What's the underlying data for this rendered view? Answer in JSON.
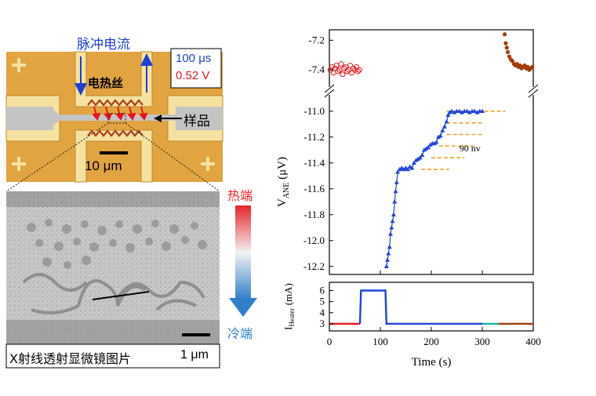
{
  "device": {
    "pulse_label": "脉冲电流",
    "heater_label": "电热丝",
    "sample_label": "样品",
    "pulse_width": "100 μs",
    "pulse_voltage": "0.52 V",
    "scale_bar": "10 μm",
    "colors": {
      "substrate": "#e1a440",
      "gold": "#f6e2a0",
      "sample": "#c4c4c4",
      "arrow_blue": "#1f3fd6",
      "arrow_red": "#e8151b"
    }
  },
  "xray": {
    "caption": "X射线透射显微镜图片",
    "scale_bar": "1 μm",
    "hot_label": "热端",
    "cold_label": "冷端",
    "colors": {
      "hot": "#e8242a",
      "cold": "#2f7fc8"
    }
  },
  "chart_data": [
    {
      "type": "scatter",
      "name": "V_ANE vs time",
      "ylabel_main": "V",
      "ylabel_sub": "ANE",
      "ylabel_unit": " (μV)",
      "yticks_upper": [
        "-7.2",
        "-7.4"
      ],
      "yticks_lower": [
        "-11.0",
        "-11.2",
        "-11.4",
        "-11.6",
        "-11.8",
        "-12.0",
        "-12.2"
      ],
      "ylim_upper": [
        -7.5,
        -7.14
      ],
      "ylim_lower": [
        -12.25,
        -10.88
      ],
      "xlim": [
        0,
        400
      ],
      "annotation": "90 nv",
      "series": [
        {
          "color": "#e8151b",
          "marker": "open-circle",
          "points": [
            [
              2,
              -7.4
            ],
            [
              5,
              -7.38
            ],
            [
              8,
              -7.42
            ],
            [
              11,
              -7.39
            ],
            [
              14,
              -7.37
            ],
            [
              17,
              -7.41
            ],
            [
              20,
              -7.4
            ],
            [
              23,
              -7.36
            ],
            [
              26,
              -7.43
            ],
            [
              29,
              -7.39
            ],
            [
              32,
              -7.38
            ],
            [
              35,
              -7.41
            ],
            [
              38,
              -7.4
            ],
            [
              41,
              -7.37
            ],
            [
              44,
              -7.42
            ],
            [
              47,
              -7.39
            ],
            [
              50,
              -7.4
            ],
            [
              53,
              -7.38
            ],
            [
              56,
              -7.41
            ],
            [
              59,
              -7.4
            ]
          ]
        },
        {
          "color": "#2244dd",
          "marker": "filled-triangle",
          "points": [
            [
              112,
              -12.2
            ],
            [
              114,
              -12.15
            ],
            [
              116,
              -12.1
            ],
            [
              118,
              -12.05
            ],
            [
              120,
              -11.95
            ],
            [
              122,
              -11.9
            ],
            [
              124,
              -11.85
            ],
            [
              126,
              -11.8
            ],
            [
              128,
              -11.7
            ],
            [
              130,
              -11.62
            ],
            [
              132,
              -11.55
            ],
            [
              134,
              -11.47
            ],
            [
              138,
              -11.45
            ],
            [
              142,
              -11.44
            ],
            [
              146,
              -11.45
            ],
            [
              150,
              -11.44
            ],
            [
              154,
              -11.45
            ],
            [
              158,
              -11.43
            ],
            [
              162,
              -11.44
            ],
            [
              166,
              -11.4
            ],
            [
              170,
              -11.38
            ],
            [
              174,
              -11.37
            ],
            [
              178,
              -11.36
            ],
            [
              182,
              -11.34
            ],
            [
              186,
              -11.3
            ],
            [
              190,
              -11.29
            ],
            [
              194,
              -11.28
            ],
            [
              198,
              -11.26
            ],
            [
              202,
              -11.25
            ],
            [
              206,
              -11.25
            ],
            [
              210,
              -11.24
            ],
            [
              214,
              -11.2
            ],
            [
              218,
              -11.19
            ],
            [
              222,
              -11.15
            ],
            [
              226,
              -11.12
            ],
            [
              230,
              -11.08
            ],
            [
              233,
              -11.03
            ],
            [
              236,
              -11.01
            ],
            [
              240,
              -11.0
            ],
            [
              245,
              -11.01
            ],
            [
              250,
              -11.0
            ],
            [
              255,
              -11.0
            ],
            [
              260,
              -11.01
            ],
            [
              265,
              -11.0
            ],
            [
              270,
              -11.0
            ],
            [
              275,
              -11.01
            ],
            [
              280,
              -11.0
            ],
            [
              285,
              -11.0
            ],
            [
              290,
              -11.01
            ],
            [
              295,
              -11.0
            ],
            [
              300,
              -11.0
            ]
          ]
        },
        {
          "color": "#a23e0d",
          "marker": "filled-circle",
          "points": [
            [
              344,
              -7.16
            ],
            [
              346,
              -7.22
            ],
            [
              348,
              -7.25
            ],
            [
              350,
              -7.28
            ],
            [
              353,
              -7.31
            ],
            [
              356,
              -7.33
            ],
            [
              359,
              -7.34
            ],
            [
              362,
              -7.36
            ],
            [
              365,
              -7.37
            ],
            [
              368,
              -7.36
            ],
            [
              371,
              -7.38
            ],
            [
              374,
              -7.37
            ],
            [
              377,
              -7.39
            ],
            [
              380,
              -7.38
            ],
            [
              383,
              -7.37
            ],
            [
              386,
              -7.39
            ],
            [
              389,
              -7.38
            ],
            [
              392,
              -7.4
            ],
            [
              395,
              -7.39
            ],
            [
              398,
              -7.38
            ]
          ]
        }
      ],
      "level_lines": {
        "color": "#e8a628",
        "levels": [
          [
            -11.0,
            230,
            345
          ],
          [
            -11.09,
            230,
            300
          ],
          [
            -11.18,
            230,
            300
          ],
          [
            -11.27,
            215,
            285
          ],
          [
            -11.36,
            200,
            265
          ],
          [
            -11.45,
            180,
            235
          ]
        ]
      }
    },
    {
      "type": "line",
      "name": "Heater current",
      "ylabel_main": "I",
      "ylabel_sub": "Heater",
      "ylabel_unit": " (mA)",
      "xlabel": "Time (s)",
      "xlim": [
        0,
        400
      ],
      "ylim": [
        2.5,
        6.6
      ],
      "xticks": [
        "0",
        "100",
        "200",
        "300",
        "400"
      ],
      "yticks": [
        "6",
        "5",
        "4",
        "3"
      ],
      "segments": [
        {
          "color": "#e8151b",
          "points": [
            [
              0,
              3
            ],
            [
              60,
              3
            ]
          ]
        },
        {
          "color": "#2244dd",
          "points": [
            [
              60,
              3
            ],
            [
              62,
              6
            ],
            [
              110,
              6
            ],
            [
              112,
              3
            ],
            [
              300,
              3
            ]
          ]
        },
        {
          "color": "#1ab2b2",
          "points": [
            [
              300,
              3
            ],
            [
              332,
              3
            ]
          ]
        },
        {
          "color": "#a23e0d",
          "points": [
            [
              332,
              3
            ],
            [
              400,
              3
            ]
          ]
        }
      ]
    }
  ]
}
